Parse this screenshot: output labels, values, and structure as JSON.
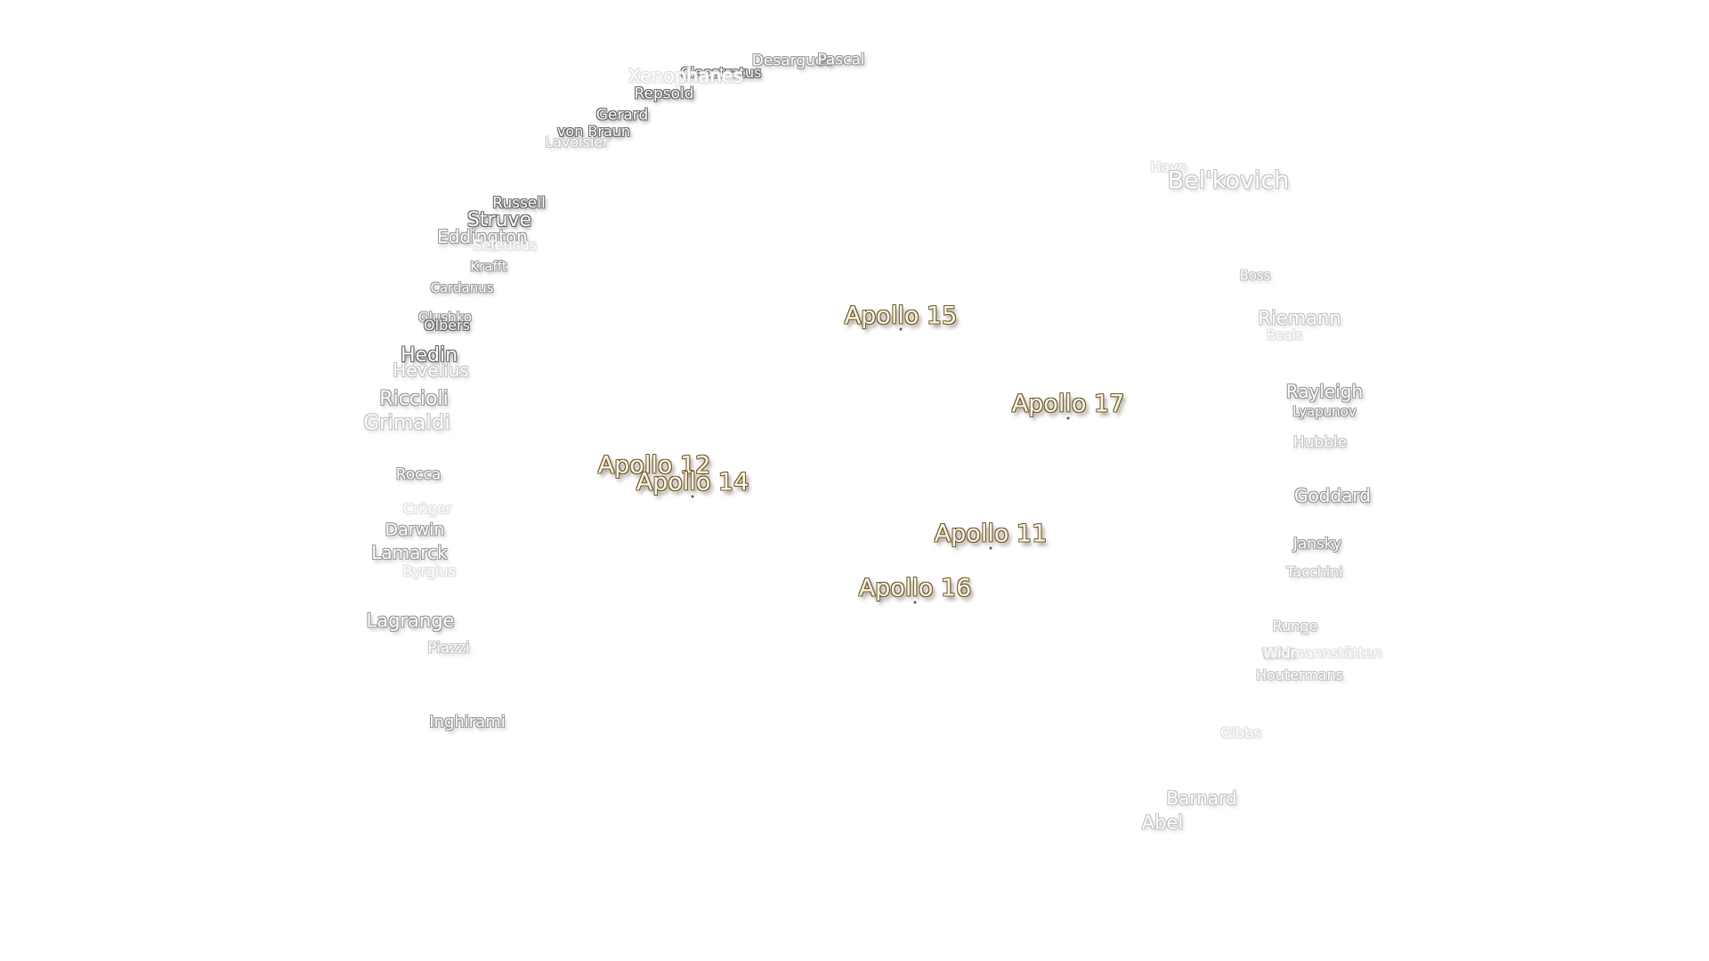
{
  "landing_sites": [
    {
      "id": "apollo-15",
      "label": "Apollo 15"
    },
    {
      "id": "apollo-17",
      "label": "Apollo 17"
    },
    {
      "id": "apollo-12",
      "label": "Apollo 12"
    },
    {
      "id": "apollo-14",
      "label": "Apollo 14"
    },
    {
      "id": "apollo-11",
      "label": "Apollo 11"
    },
    {
      "id": "apollo-16",
      "label": "Apollo 16"
    }
  ],
  "craters": [
    {
      "id": "desargues",
      "label": "Desargues"
    },
    {
      "id": "pascal",
      "label": "Pascal"
    },
    {
      "id": "cleostratus",
      "label": "Cleostratus"
    },
    {
      "id": "xenophanes",
      "label": "Xenophanes"
    },
    {
      "id": "repsold",
      "label": "Repsold"
    },
    {
      "id": "gerard",
      "label": "Gerard"
    },
    {
      "id": "von-braun",
      "label": "von Braun"
    },
    {
      "id": "lavoisier",
      "label": "Lavoisier"
    },
    {
      "id": "russell",
      "label": "Russell"
    },
    {
      "id": "struve",
      "label": "Struve"
    },
    {
      "id": "eddington",
      "label": "Eddington"
    },
    {
      "id": "seleucus",
      "label": "Seleucus"
    },
    {
      "id": "krafft",
      "label": "Krafft"
    },
    {
      "id": "cardanus",
      "label": "Cardanus"
    },
    {
      "id": "glushko",
      "label": "Glushko"
    },
    {
      "id": "olbers",
      "label": "Olbers"
    },
    {
      "id": "hedin",
      "label": "Hedin"
    },
    {
      "id": "hevelius",
      "label": "Hevelius"
    },
    {
      "id": "riccioli",
      "label": "Riccioli"
    },
    {
      "id": "grimaldi",
      "label": "Grimaldi"
    },
    {
      "id": "rocca",
      "label": "Rocca"
    },
    {
      "id": "cruger",
      "label": "Crüger"
    },
    {
      "id": "darwin",
      "label": "Darwin"
    },
    {
      "id": "lamarck",
      "label": "Lamarck"
    },
    {
      "id": "byrgius",
      "label": "Byrgius"
    },
    {
      "id": "lagrange",
      "label": "Lagrange"
    },
    {
      "id": "piazzi",
      "label": "Piazzi"
    },
    {
      "id": "inghirami",
      "label": "Inghirami"
    },
    {
      "id": "hayn",
      "label": "Hayn"
    },
    {
      "id": "belkovich",
      "label": "Bel'kovich"
    },
    {
      "id": "boss",
      "label": "Boss"
    },
    {
      "id": "riemann",
      "label": "Riemann"
    },
    {
      "id": "beals",
      "label": "Beals"
    },
    {
      "id": "rayleigh",
      "label": "Rayleigh"
    },
    {
      "id": "lyapunov",
      "label": "Lyapunov"
    },
    {
      "id": "hubble",
      "label": "Hubble"
    },
    {
      "id": "goddard",
      "label": "Goddard"
    },
    {
      "id": "jansky",
      "label": "Jansky"
    },
    {
      "id": "tacchini",
      "label": "Tacchini"
    },
    {
      "id": "runge",
      "label": "Runge"
    },
    {
      "id": "wildt",
      "label": "Wildt"
    },
    {
      "id": "widmannstatten",
      "label": "Widmannstätten"
    },
    {
      "id": "houtermans",
      "label": "Houtermans"
    },
    {
      "id": "gibbs",
      "label": "Gibbs"
    },
    {
      "id": "barnard",
      "label": "Barnard"
    },
    {
      "id": "abel",
      "label": "Abel"
    }
  ]
}
